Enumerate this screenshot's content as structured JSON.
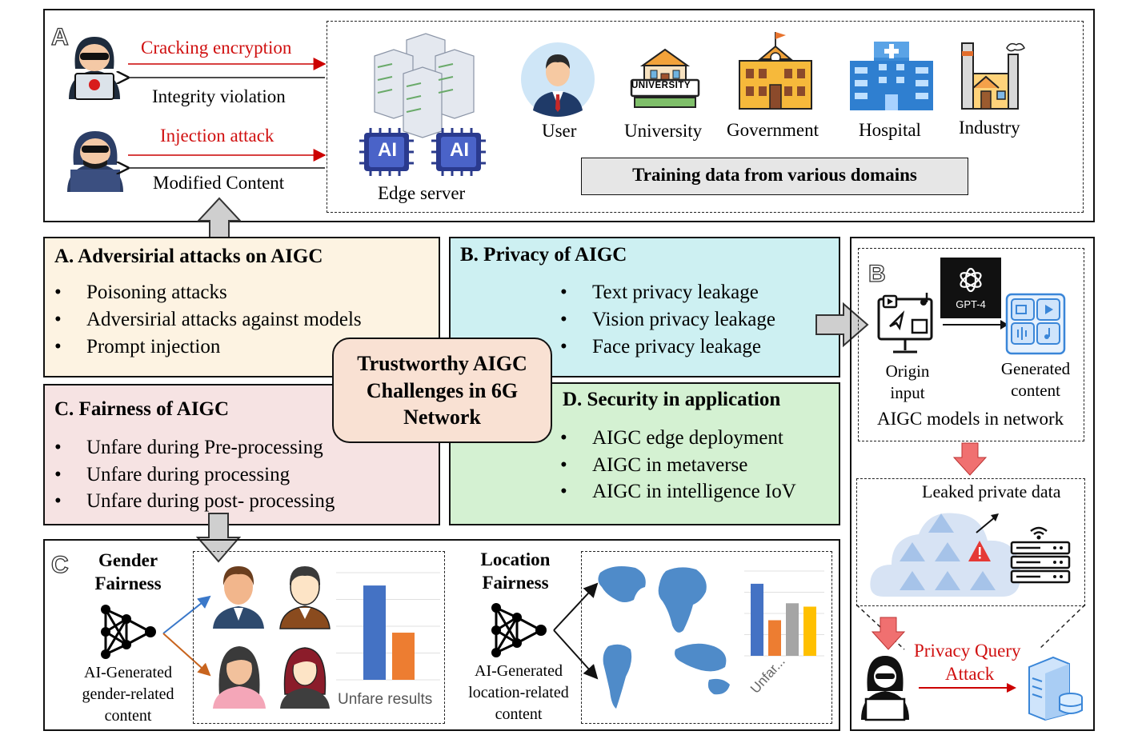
{
  "panel_a": {
    "letter": "A",
    "arrow1_top": "Cracking encryption",
    "arrow1_bottom": "Integrity violation",
    "arrow2_top": "Injection attack",
    "arrow2_bottom": "Modified Content",
    "edge_server_label": "Edge server",
    "ai_chip_label": "AI",
    "domains": [
      "User",
      "University",
      "Government",
      "Hospital",
      "Industry"
    ],
    "university_sign": "UNIVERSITY",
    "training_label": "Training data from various domains"
  },
  "box_a": {
    "title": "A. Adversirial attacks on AIGC",
    "items": [
      "Poisoning attacks",
      "Adversirial attacks against models",
      "Prompt injection"
    ]
  },
  "box_b": {
    "title": "B. Privacy of AIGC",
    "items": [
      "Text privacy leakage",
      "Vision privacy leakage",
      "Face privacy leakage"
    ]
  },
  "box_c": {
    "title": "C. Fairness of AIGC",
    "items": [
      "Unfare during Pre-processing",
      "Unfare during processing",
      "Unfare during post- processing"
    ]
  },
  "box_d": {
    "title": "D.  Security in application",
    "items": [
      "AIGC edge deployment",
      "AIGC in metaverse",
      "AIGC in intelligence IoV"
    ]
  },
  "center": {
    "line1": "Trustworthy AIGC",
    "line2": "Challenges in 6G",
    "line3": "Network"
  },
  "panel_b": {
    "letter": "B",
    "gpt_label": "GPT-4",
    "origin_label_1": "Origin",
    "origin_label_2": "input",
    "generated_label_1": "Generated",
    "generated_label_2": "content",
    "models_label": "AIGC models in network",
    "leaked_label": "Leaked private data",
    "query_label_1": "Privacy Query",
    "query_label_2": "Attack"
  },
  "panel_c": {
    "letter": "C",
    "gender_title_1": "Gender",
    "gender_title_2": "Fairness",
    "gender_desc_1": "AI-Generated",
    "gender_desc_2": "gender-related",
    "gender_desc_3": "content",
    "gender_result": "Unfare results",
    "location_title_1": "Location",
    "location_title_2": "Fairness",
    "location_desc_1": "AI-Generated",
    "location_desc_2": "location-related",
    "location_desc_3": "content",
    "location_result": "Unfar..."
  },
  "colors": {
    "box_a_bg": "#fdf3e2",
    "box_b_bg": "#cdf0f2",
    "box_c_bg": "#f6e3e3",
    "box_d_bg": "#d4f1d2",
    "center_bg": "#f9e1d3",
    "attack_red": "#d01010",
    "bar_blue": "#4472c4",
    "bar_orange": "#ed7d31",
    "bar_gray": "#a5a5a5",
    "bar_yellow": "#ffc000"
  },
  "chart_data": [
    {
      "type": "bar",
      "categories": [
        "",
        ""
      ],
      "values": [
        88,
        44
      ],
      "title": "",
      "xlabel": "Unfare results",
      "ylabel": "",
      "ylim": [
        0,
        100
      ]
    },
    {
      "type": "bar",
      "categories": [
        "",
        "",
        "",
        ""
      ],
      "values": [
        85,
        42,
        62,
        58
      ],
      "title": "",
      "xlabel": "Unfar...",
      "ylabel": "",
      "ylim": [
        0,
        100
      ]
    }
  ]
}
